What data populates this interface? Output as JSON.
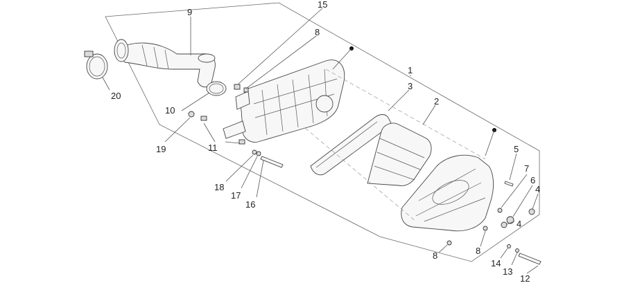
{
  "diagram": {
    "colors": {
      "line": "#444444",
      "text": "#222222",
      "background": "#ffffff"
    },
    "callouts": [
      {
        "key": "n1",
        "text": "1"
      },
      {
        "key": "n2",
        "text": "2"
      },
      {
        "key": "n3",
        "text": "3"
      },
      {
        "key": "n4a",
        "text": "4"
      },
      {
        "key": "n4b",
        "text": "4"
      },
      {
        "key": "n5",
        "text": "5"
      },
      {
        "key": "n6",
        "text": "6"
      },
      {
        "key": "n7",
        "text": "7"
      },
      {
        "key": "n8a",
        "text": "8"
      },
      {
        "key": "n8b",
        "text": "8"
      },
      {
        "key": "n8c",
        "text": "8"
      },
      {
        "key": "n9",
        "text": "9"
      },
      {
        "key": "n10",
        "text": "10"
      },
      {
        "key": "n11",
        "text": "11"
      },
      {
        "key": "n12",
        "text": "12"
      },
      {
        "key": "n13",
        "text": "13"
      },
      {
        "key": "n14",
        "text": "14"
      },
      {
        "key": "n15",
        "text": "15"
      },
      {
        "key": "n16",
        "text": "16"
      },
      {
        "key": "n17",
        "text": "17"
      },
      {
        "key": "n18",
        "text": "18"
      },
      {
        "key": "n19",
        "text": "19"
      },
      {
        "key": "n20",
        "text": "20"
      }
    ]
  }
}
